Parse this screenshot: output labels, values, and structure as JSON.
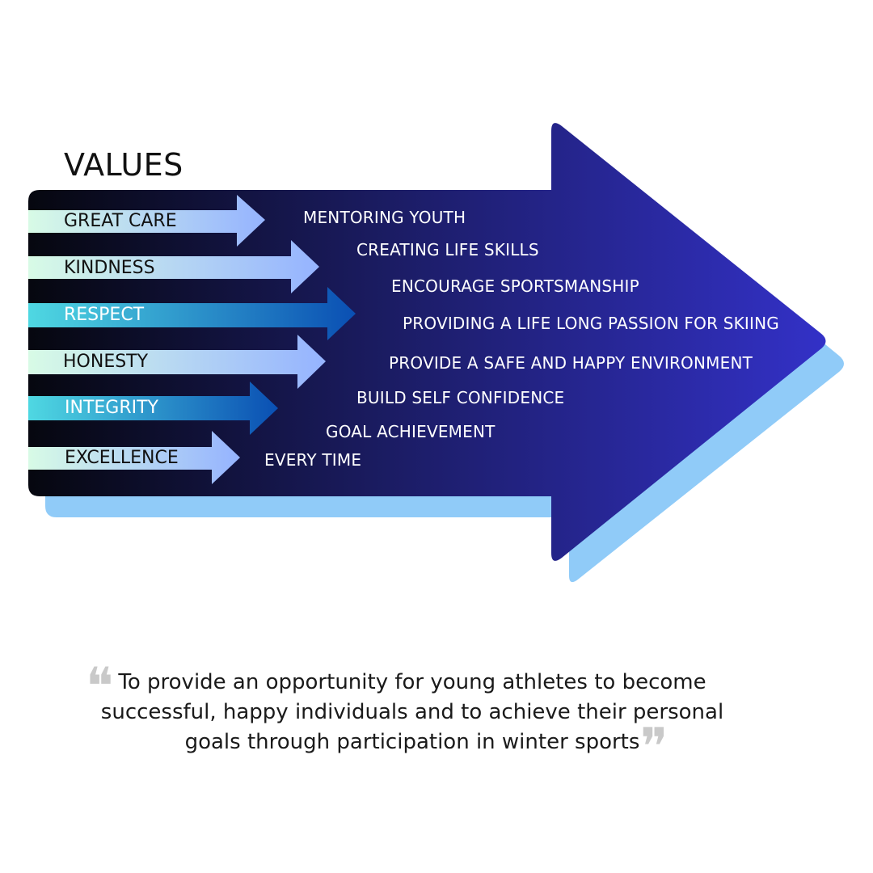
{
  "title": "VALUES",
  "values": [
    {
      "label": "GREAT CARE"
    },
    {
      "label": "KINDNESS"
    },
    {
      "label": "RESPECT"
    },
    {
      "label": "HONESTY"
    },
    {
      "label": "INTEGRITY"
    },
    {
      "label": "EXCELLENCE"
    }
  ],
  "benefits": [
    {
      "text": "MENTORING YOUTH"
    },
    {
      "text": "CREATING LIFE SKILLS"
    },
    {
      "text": "ENCOURAGE SPORTSMANSHIP"
    },
    {
      "text": "PROVIDING A LIFE LONG PASSION FOR SKIING"
    },
    {
      "text": "PROVIDE A SAFE AND HAPPY ENVIRONMENT"
    },
    {
      "text": "BUILD SELF CONFIDENCE"
    },
    {
      "text": "GOAL ACHIEVEMENT"
    },
    {
      "text": "EVERY TIME"
    }
  ],
  "mission": {
    "lines": [
      "To provide an opportunity for young athletes to become",
      "successful, happy individuals and to achieve their personal",
      "goals through participation in winter sports"
    ],
    "open_quote": "❝",
    "close_quote": "❞"
  },
  "colors": {
    "arrow_dark": "#06070f",
    "arrow_light": "#3331c8",
    "arrow_shadow": "#90cbf8",
    "mint": "#d8fbe6",
    "cyan": "#4fd8e2",
    "periwinkle": "#9bb6ff",
    "royal": "#0a55b8"
  }
}
